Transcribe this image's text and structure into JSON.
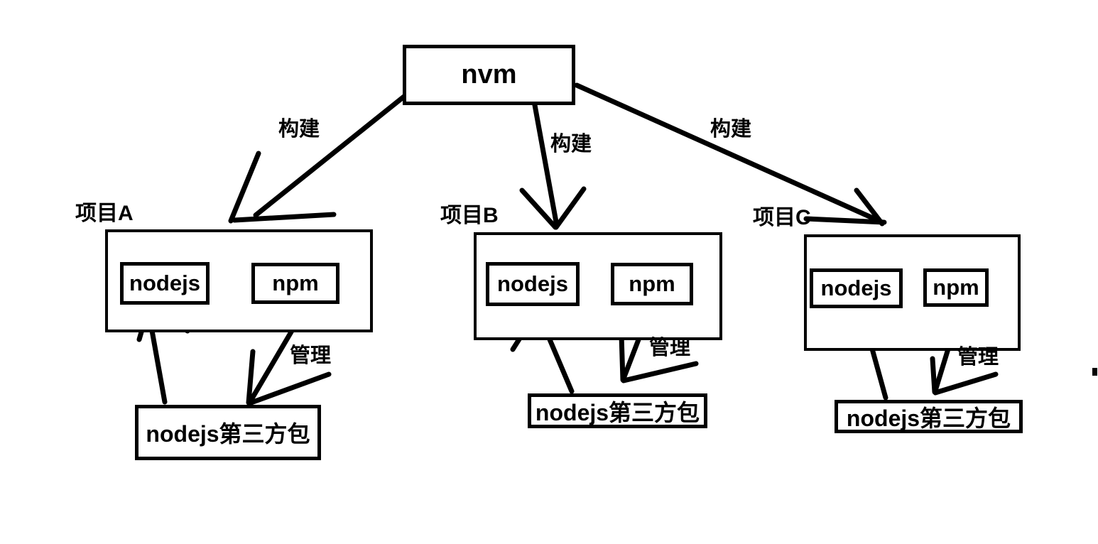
{
  "diagram": {
    "title": "nvm",
    "root": {
      "label": "nvm"
    },
    "build_edge_label": "构建",
    "manage_edge_label": "管理",
    "projects": [
      {
        "caption": "项目A",
        "nodejs_label": "nodejs",
        "npm_label": "npm",
        "package_label": "nodejs第三方包",
        "build_label": "构建",
        "manage_label": "管理"
      },
      {
        "caption": "项目B",
        "nodejs_label": "nodejs",
        "npm_label": "npm",
        "package_label": "nodejs第三方包",
        "build_label": "构建",
        "manage_label": "管理"
      },
      {
        "caption": "项目C",
        "nodejs_label": "nodejs",
        "npm_label": "npm",
        "package_label": "nodejs第三方包",
        "build_label": "构建",
        "manage_label": "管理"
      }
    ],
    "colors": {
      "stroke": "#000000",
      "background": "#ffffff",
      "text": "#000000"
    }
  }
}
